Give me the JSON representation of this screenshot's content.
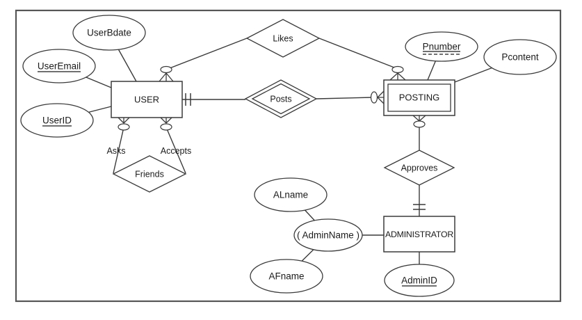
{
  "frame": {
    "background": "#ffffff",
    "border_color": "#565656"
  },
  "colors": {
    "line": "#3a3a3a",
    "text": "#1b1b1b",
    "shape_fill": "#ffffff"
  },
  "er": {
    "entities": {
      "user": {
        "label": "USER",
        "type": "strong-entity"
      },
      "posting": {
        "label": "POSTING",
        "type": "weak-entity"
      },
      "administrator": {
        "label": "ADMINISTRATOR",
        "type": "strong-entity"
      }
    },
    "relationships": {
      "likes": {
        "label": "Likes",
        "type": "relationship",
        "connects": [
          "USER",
          "POSTING"
        ]
      },
      "posts": {
        "label": "Posts",
        "type": "identifying-relationship",
        "connects": [
          "USER",
          "POSTING"
        ]
      },
      "friends": {
        "label": "Friends",
        "type": "recursive-relationship",
        "connects": [
          "USER",
          "USER"
        ]
      },
      "approves": {
        "label": "Approves",
        "type": "relationship",
        "connects": [
          "POSTING",
          "ADMINISTRATOR"
        ]
      }
    },
    "role_labels": {
      "asks": "Asks",
      "accepts": "Accepts"
    },
    "attributes": {
      "user_bdate": {
        "label": "UserBdate",
        "owner": "USER",
        "key": "none"
      },
      "user_email": {
        "label": "UserEmail",
        "owner": "USER",
        "key": "underlined"
      },
      "user_id": {
        "label": "UserID",
        "owner": "USER",
        "key": "underlined"
      },
      "pnumber": {
        "label": "Pnumber",
        "owner": "POSTING",
        "key": "partial-dashed-underline"
      },
      "pcontent": {
        "label": "Pcontent",
        "owner": "POSTING",
        "key": "none"
      },
      "alname": {
        "label": "ALname",
        "owner": "ADMINISTRATOR",
        "key": "none"
      },
      "admin_name": {
        "label": "( AdminName )",
        "owner": "ADMINISTRATOR",
        "key": "composite"
      },
      "afname": {
        "label": "AFname",
        "owner": "ADMINISTRATOR",
        "key": "none"
      },
      "admin_id": {
        "label": "AdminID",
        "owner": "ADMINISTRATOR",
        "key": "underlined"
      }
    },
    "cardinality_marks": {
      "user_posts": "one-and-only-one (double tick)",
      "approves_administrator": "one-and-only-one (double tick)",
      "likes_user": "zero-or-many (crow-foot + ring)",
      "likes_posting": "zero-or-many (crow-foot + ring)",
      "posts_posting": "zero-or-many (crow-foot + ring)",
      "friends_asks_user": "zero-or-many (crow-foot + ring)",
      "friends_accepts_user": "zero-or-many (crow-foot + ring)",
      "approves_posting": "zero-or-many (crow-foot + ring)"
    }
  }
}
